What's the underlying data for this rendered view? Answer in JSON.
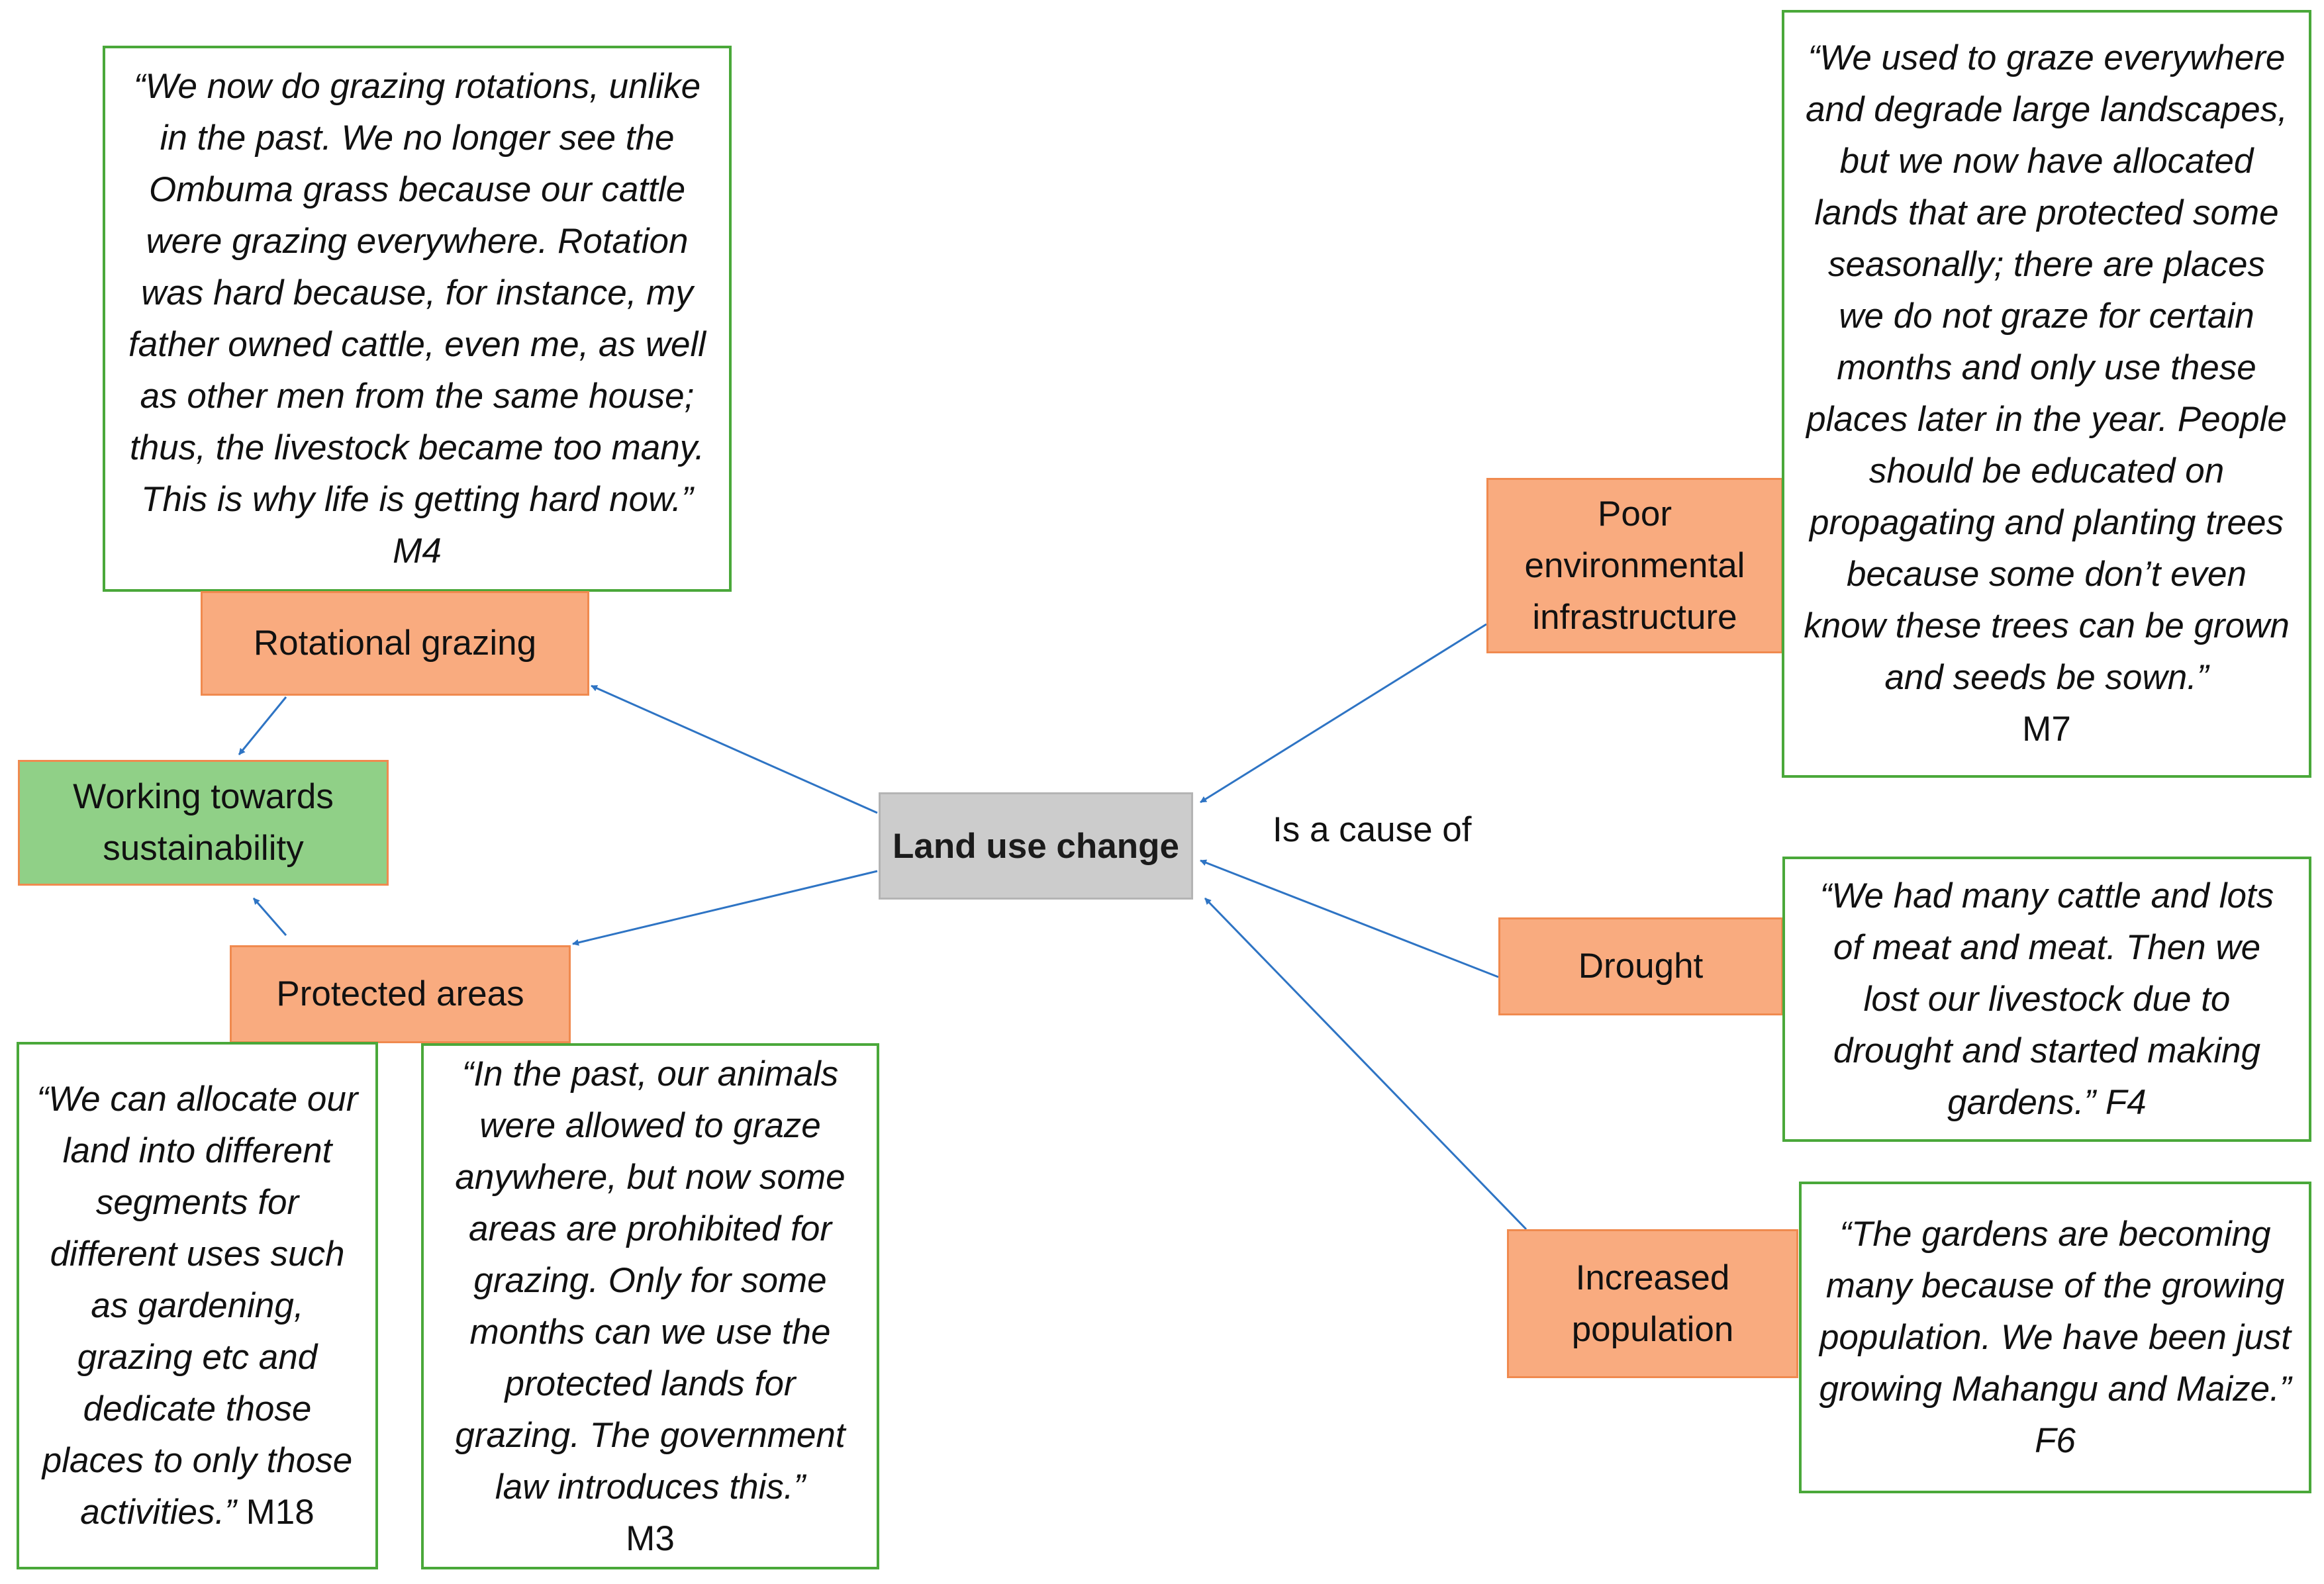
{
  "central": {
    "label": "Land use change"
  },
  "relation_label": "Is a cause of",
  "goal": {
    "label": "Working towards sustainability"
  },
  "themes": {
    "rotational_grazing": "Rotational grazing",
    "protected_areas": "Protected areas",
    "poor_environmental_infrastructure": "Poor environmental infrastructure",
    "drought": "Drought",
    "increased_population": "Increased population"
  },
  "quotes": {
    "m4": {
      "text": "“We now do grazing rotations, unlike in the past. We no longer see the Ombuma grass because our cattle were grazing everywhere. Rotation was hard because, for instance, my father owned cattle, even me, as well as other men from the same house; thus, the livestock became too many. This is why life is getting hard now.” M4",
      "code": ""
    },
    "m18": {
      "text": "“We can allocate our land into different segments for different uses such as gardening, grazing etc and dedicate those places to only those activities.”",
      "code": " M18"
    },
    "m3": {
      "text": "“In the past, our animals were allowed to graze anywhere, but now some areas are prohibited for grazing. Only for some months can we use the protected lands for grazing. The government law introduces this.”",
      "code": "M3"
    },
    "m7": {
      "text": "“We used to graze everywhere and degrade large landscapes, but we now have allocated lands that are protected some seasonally; there are places we do not graze for certain months and only use these places later in the year. People should be educated on propagating and planting trees because some don’t even know these trees can be grown and seeds be sown.”",
      "code": "M7"
    },
    "f4": {
      "text": "“We had many cattle and lots of meat and meat. Then we lost our livestock due to drought and started making gardens.” F4",
      "code": ""
    },
    "f6": {
      "text": "“The gardens are becoming many because of the growing population. We have been just growing Mahangu and Maize.” F6",
      "code": ""
    }
  },
  "colors": {
    "quote_border": "#4aa83a",
    "theme_fill": "#f9ab7f",
    "theme_border": "#f08a4f",
    "goal_fill": "#90d087",
    "central_fill": "#cccccc",
    "arrow": "#2e74c4"
  }
}
